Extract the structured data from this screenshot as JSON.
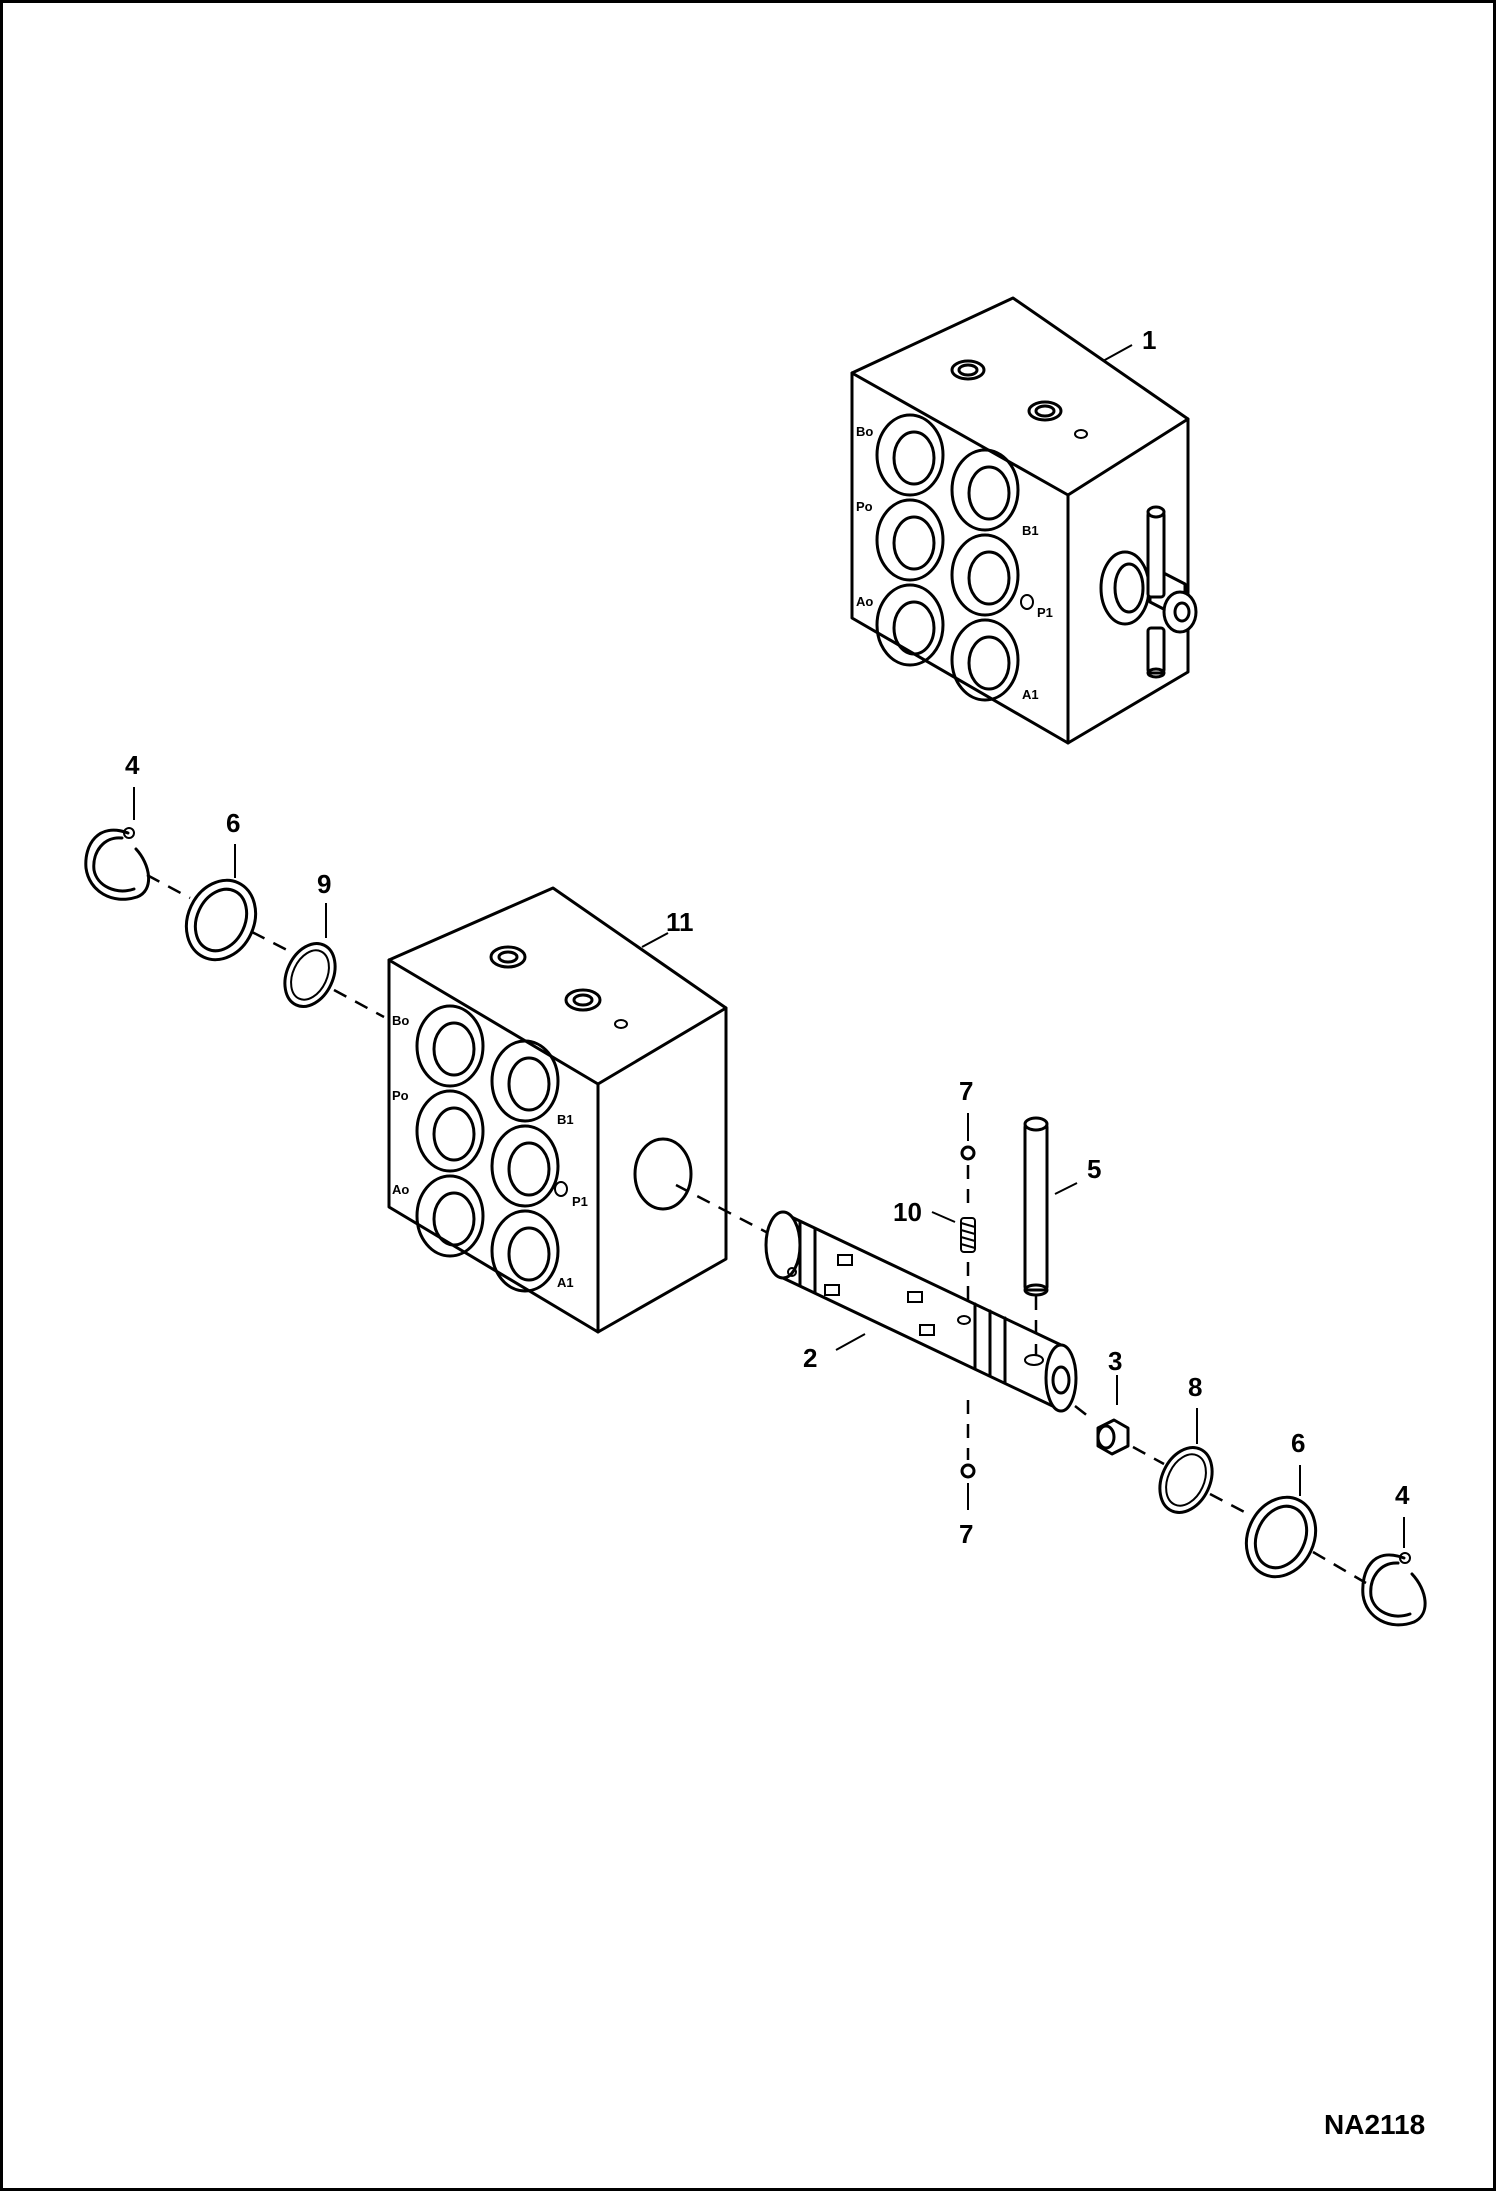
{
  "figure_id": "NA2118",
  "callouts": {
    "c1": "1",
    "c2": "2",
    "c3": "3",
    "c4a": "4",
    "c4b": "4",
    "c5": "5",
    "c6a": "6",
    "c6b": "6",
    "c7a": "7",
    "c7b": "7",
    "c8": "8",
    "c9": "9",
    "c10": "10",
    "c11": "11"
  },
  "port_labels": {
    "b0": "Bo",
    "b1": "B1",
    "p0": "Po",
    "p1": "P1",
    "a0": "Ao",
    "a1": "A1"
  }
}
